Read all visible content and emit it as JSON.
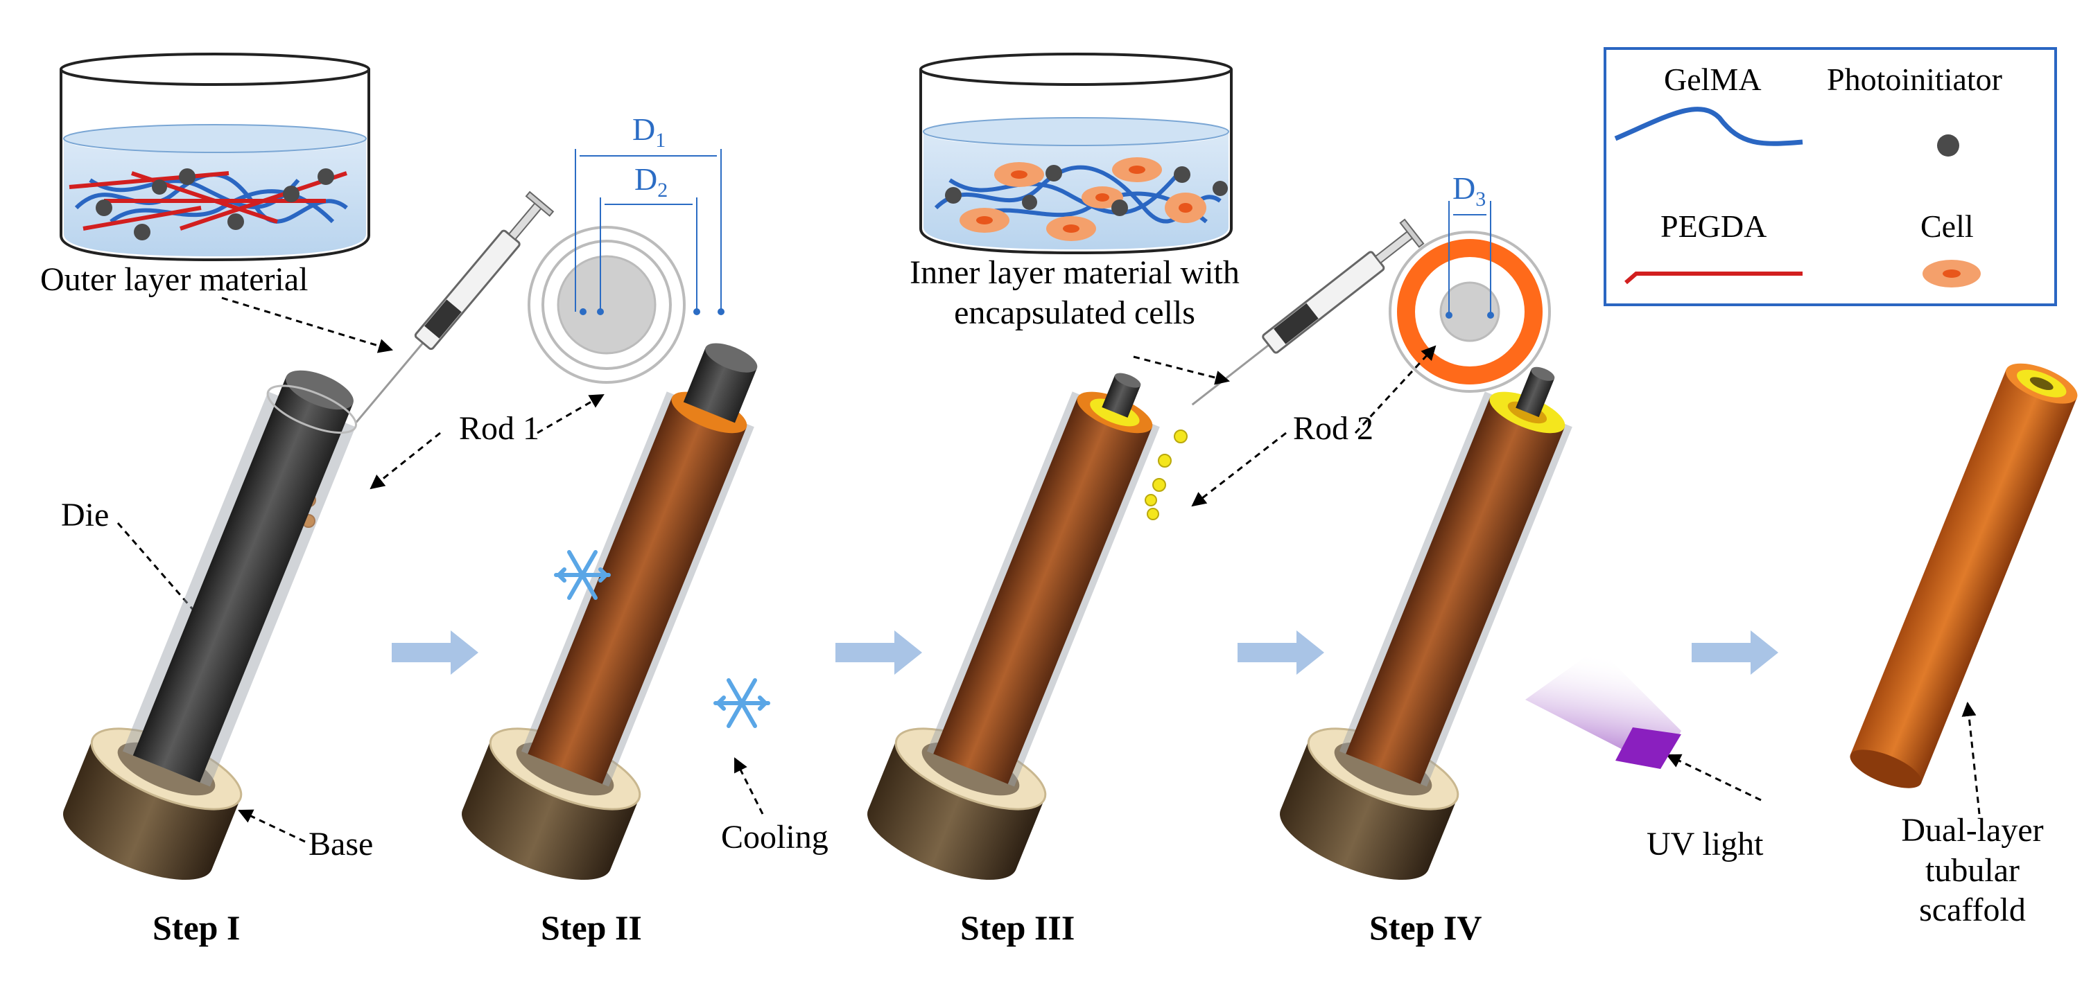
{
  "legend": {
    "gelma": "GelMA",
    "photoinitiator": "Photoinitiator",
    "pegda": "PEGDA",
    "cell": "Cell"
  },
  "labels": {
    "outer_material": "Outer layer material",
    "inner_material_line1": "Inner layer material with",
    "inner_material_line2": "encapsulated cells",
    "rod1": "Rod 1",
    "rod2": "Rod 2",
    "die": "Die",
    "base": "Base",
    "cooling": "Cooling",
    "uv_light": "UV light",
    "scaffold_line1": "Dual-layer",
    "scaffold_line2": "tubular",
    "scaffold_line3": "scaffold"
  },
  "dimensions": {
    "d1": "D",
    "d1_sub": "1",
    "d2": "D",
    "d2_sub": "2",
    "d3": "D",
    "d3_sub": "3"
  },
  "steps": [
    "Step I",
    "Step II",
    "Step III",
    "Step IV"
  ],
  "colors": {
    "gelma": "#2a66c2",
    "pegda": "#d21f1f",
    "photoinitiator": "#4a4a4a",
    "cell_outer": "#f4a06b",
    "cell_inner": "#e8561b",
    "arrow": "#a9c4e6",
    "rod": "#3c3c3c",
    "tube": "#8a4520",
    "inner_layer": "#f2e61d",
    "base": "#efe0bd",
    "uv": "#8a1fbf",
    "dimension": "#2b6cc4"
  }
}
